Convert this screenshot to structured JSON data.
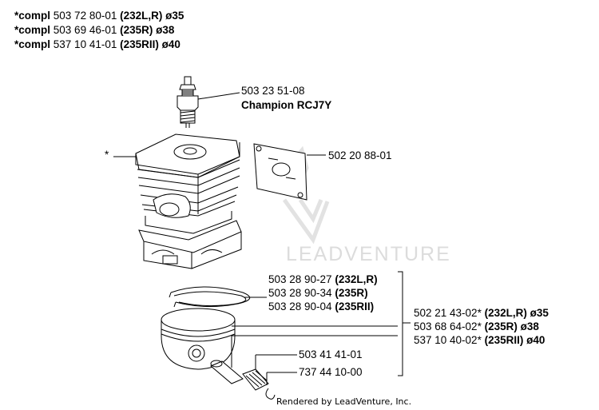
{
  "header_lines": [
    {
      "prefix": "*compl",
      "number": "503 72 80-01",
      "models": "(232L,R) ø35"
    },
    {
      "prefix": "*compl",
      "number": "503 69 46-01",
      "models": "(235R) ø38"
    },
    {
      "prefix": "*compl",
      "number": "537 10 41-01",
      "models": "(235RII) ø40"
    }
  ],
  "spark_plug": {
    "number": "503 23 51-08",
    "name": "Champion RCJ7Y"
  },
  "gasket": {
    "number": "502 20 88-01"
  },
  "cylinder_marker": "*",
  "piston_rings": [
    {
      "number": "503 28 90-27",
      "models": "(232L,R)"
    },
    {
      "number": "503 28 90-34",
      "models": "(235R)"
    },
    {
      "number": "503 28 90-04",
      "models": "(235RII)"
    }
  ],
  "pistons": [
    {
      "number": "502 21 43-02*",
      "models": "(232L,R) ø35"
    },
    {
      "number": "503 68 64-02*",
      "models": "(235R) ø38"
    },
    {
      "number": "537 10 40-02*",
      "models": "(235RII) ø40"
    }
  ],
  "piston_pin": {
    "number": "503 41 41-01"
  },
  "needle_bearing": {
    "number": "737 44 10-00"
  },
  "watermark": "LEADVENTURE",
  "footer": "Rendered by LeadVenture, Inc.",
  "colors": {
    "line": "#000000",
    "watermark": "#d9d9d9"
  }
}
